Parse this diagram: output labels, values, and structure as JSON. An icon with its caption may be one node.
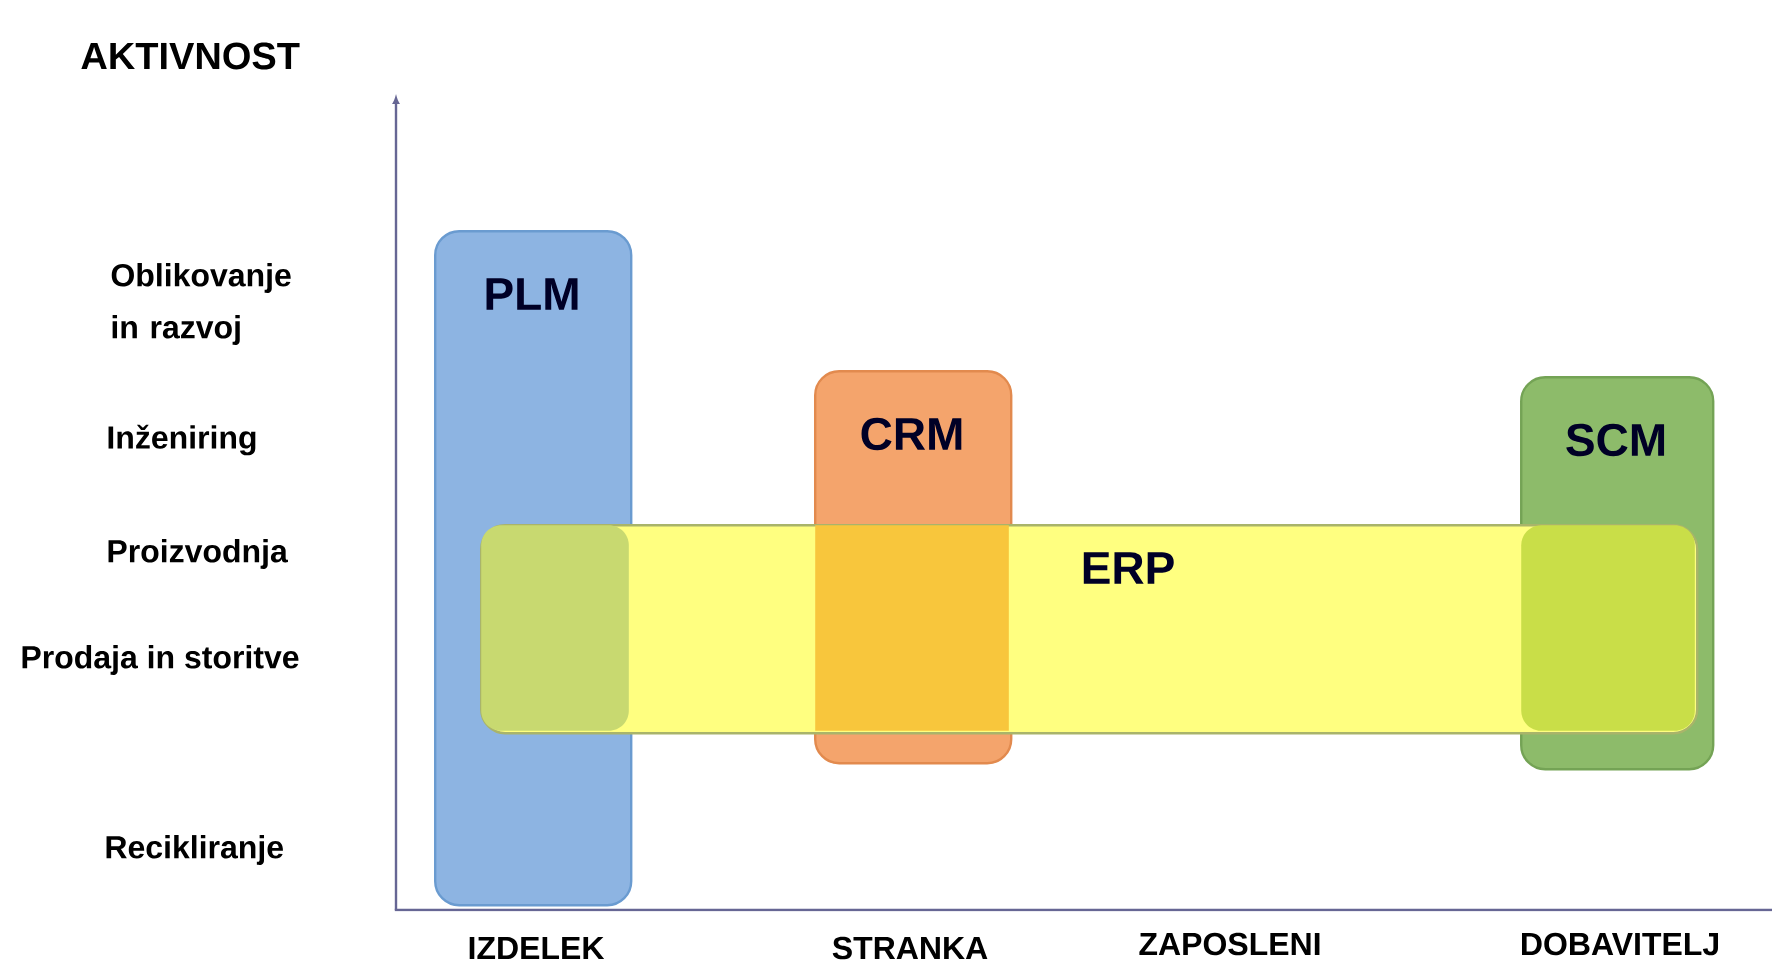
{
  "diagram": {
    "nodes": [
      {
        "text": [
          "PLM"
        ]
      },
      {
        "text": [
          "CRM"
        ]
      },
      {
        "text": [
          "SCM"
        ]
      },
      {
        "text": [
          "ERP"
        ]
      }
    ],
    "labels": [
      "AKTIVNOST",
      "Oblikovanje in razvoj",
      "Inženiring",
      "Proizvodnja",
      "Prodaja in storitve",
      "Recikliranje",
      "IZDELEK",
      "STRANKA",
      "ZAPOSLENI",
      "DOBAVITELJ"
    ]
  }
}
